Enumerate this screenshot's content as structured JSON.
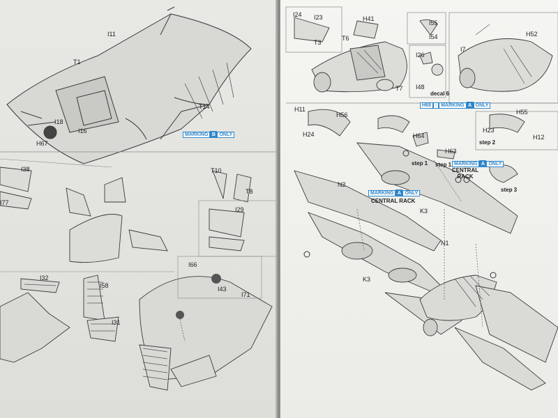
{
  "left_page": {
    "labels": {
      "I11": "I11",
      "T1": "T1",
      "T14": "T14",
      "I18": "I18",
      "I16": "I16",
      "H67": "H67",
      "I38": "I38",
      "I77": "I77",
      "T10": "T10",
      "T8": "T8",
      "I29": "I29",
      "I32": "I32",
      "I58": "I58",
      "I31": "I31",
      "I66": "I66",
      "I43": "I43",
      "I71": "I71"
    },
    "marking_badge": {
      "prefix": "MARKING",
      "code": "B",
      "suffix": "ONLY"
    }
  },
  "right_page": {
    "labels": {
      "I24": "I24",
      "I23": "I23",
      "T3": "T3",
      "T6": "T6",
      "H41": "H41",
      "T7": "T7",
      "I55": "I55",
      "I54": "I54",
      "I26": "I26",
      "I48": "I48",
      "decal6": "decal 6",
      "H52": "H52",
      "I7": "I7",
      "H11": "H11",
      "H56": "H56",
      "H24": "H24",
      "H64": "H64",
      "step1a": "step 1",
      "H63": "H63",
      "step1b": "step 1",
      "H55": "H55",
      "H23": "H23",
      "H12": "H12",
      "step2": "step 2",
      "step3": "step 3",
      "central_rack_1": "CENTRAL RACK",
      "central_rack_2": "CENTRAL RACK",
      "N2": "N2",
      "K3a": "K3",
      "N1": "N1",
      "K3b": "K3"
    },
    "badge_small": {
      "prefix": "H68",
      "sep": "-",
      "text": "MARKING",
      "code": "A",
      "suffix": "ONLY"
    },
    "badge_central": {
      "prefix": "MARKING",
      "code": "A",
      "suffix": "ONLY"
    },
    "badge_mid": {
      "prefix": "MARKING",
      "code": "A",
      "suffix": "ONLY"
    }
  },
  "colors": {
    "accent": "#2e86c9",
    "line": "#333333",
    "paper": "#f2f2ef"
  }
}
